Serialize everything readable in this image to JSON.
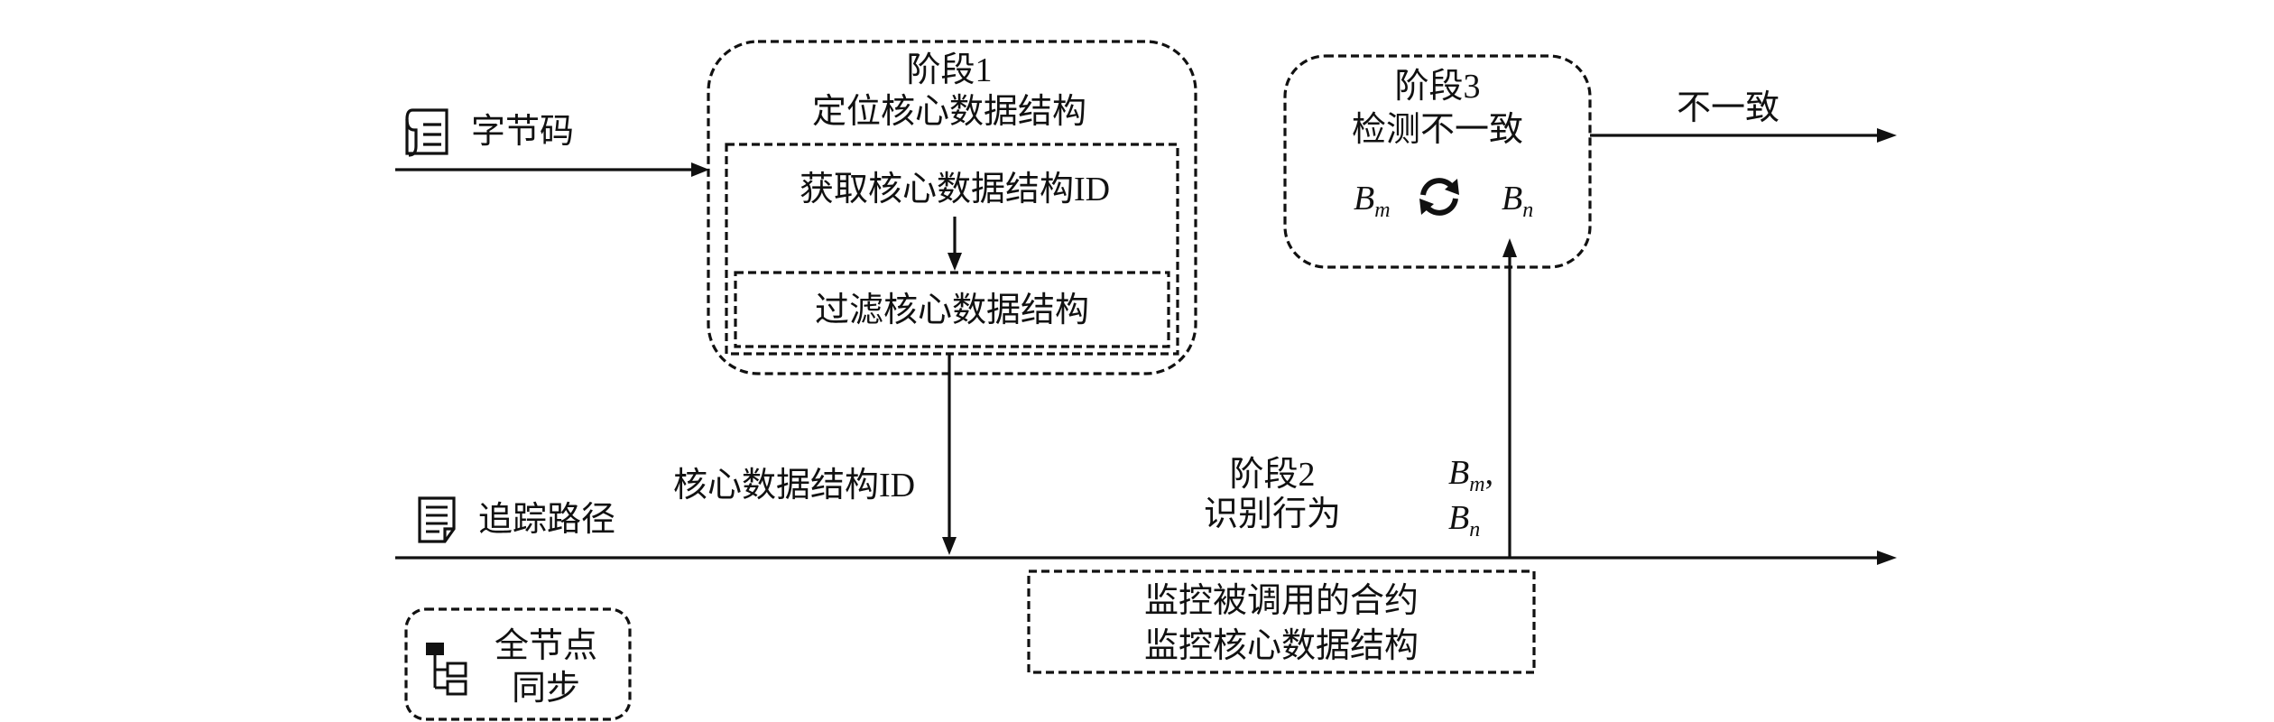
{
  "inputs": {
    "bytecode": "字节码",
    "trace_path": "追踪路径"
  },
  "legend": {
    "line1": "全节点",
    "line2": "同步"
  },
  "stage1": {
    "title": "阶段1",
    "subtitle": "定位核心数据结构",
    "step_get_id": "获取核心数据结构ID",
    "step_filter": "过滤核心数据结构"
  },
  "core_id_label": "核心数据结构ID",
  "stage2": {
    "title": "阶段2",
    "subtitle": "识别行为",
    "monitor_line1": "监控被调用的合约",
    "monitor_line2": "监控核心数据结构",
    "var_m_base": "B",
    "var_m_sub": "m",
    "var_m_comma": ",",
    "var_n_base": "B",
    "var_n_sub": "n"
  },
  "stage3": {
    "title": "阶段3",
    "subtitle": "检测不一致",
    "var_m_base": "B",
    "var_m_sub": "m",
    "var_n_base": "B",
    "var_n_sub": "n"
  },
  "output_label": "不一致",
  "icons": {
    "bytecode": "scroll-document-icon",
    "trace": "lined-document-icon",
    "legend": "tree-hierarchy-icon",
    "compare": "refresh-cycle-icon"
  }
}
